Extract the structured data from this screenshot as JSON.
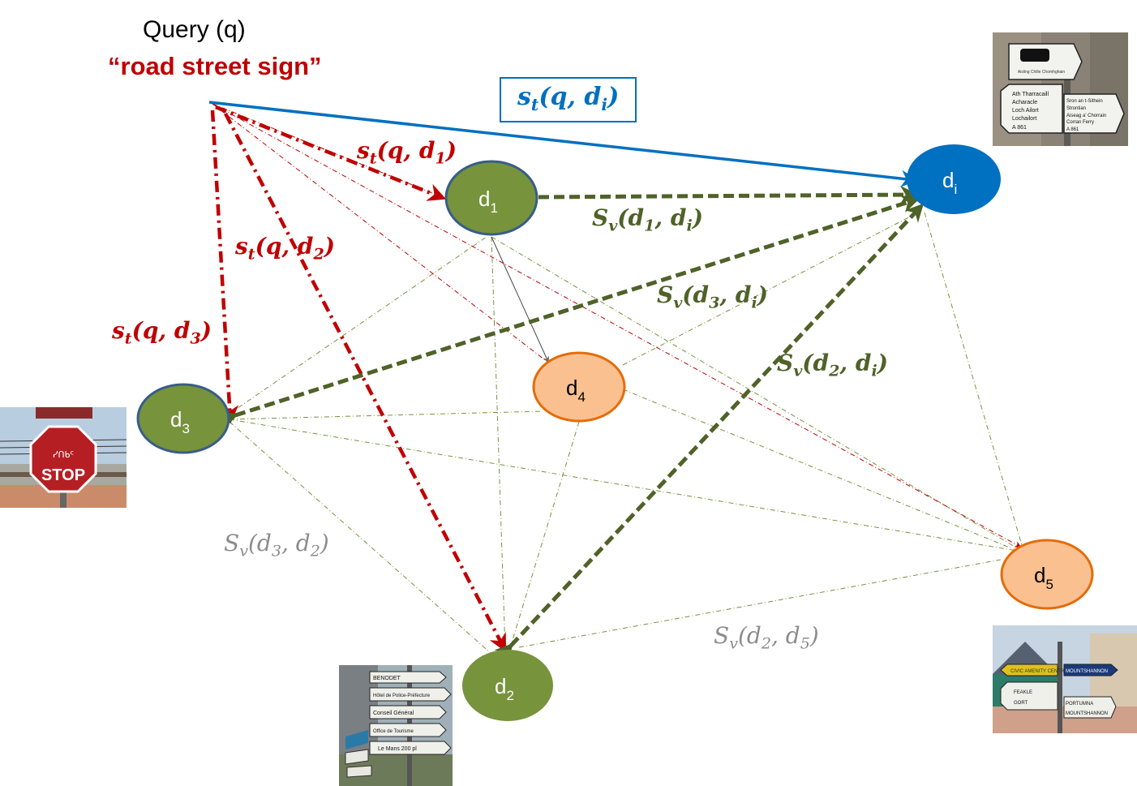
{
  "query": {
    "title": "Query (q)",
    "text": "“road street sign”"
  },
  "nodes": {
    "di": {
      "base": "d",
      "sub": "i"
    },
    "d1": {
      "base": "d",
      "sub": "1"
    },
    "d2": {
      "base": "d",
      "sub": "2"
    },
    "d3": {
      "base": "d",
      "sub": "3"
    },
    "d4": {
      "base": "d",
      "sub": "4"
    },
    "d5": {
      "base": "d",
      "sub": "5"
    }
  },
  "labels": {
    "st_q_di": {
      "f": "s",
      "s": "t",
      "a": "q",
      "b": "d",
      "bs": "i"
    },
    "st_q_d1": {
      "f": "s",
      "s": "t",
      "a": "q",
      "b": "d",
      "bs": "1"
    },
    "st_q_d2": {
      "f": "s",
      "s": "t",
      "a": "q",
      "b": "d",
      "bs": "2"
    },
    "st_q_d3": {
      "f": "s",
      "s": "t",
      "a": "q",
      "b": "d",
      "bs": "3"
    },
    "sv_d1_di": {
      "f": "S",
      "s": "v",
      "a": "d",
      "as": "1",
      "b": "d",
      "bs": "i"
    },
    "sv_d3_di": {
      "f": "S",
      "s": "v",
      "a": "d",
      "as": "3",
      "b": "d",
      "bs": "i"
    },
    "sv_d2_di": {
      "f": "S",
      "s": "v",
      "a": "d",
      "as": "2",
      "b": "d",
      "bs": "i"
    },
    "sv_d3_d2": {
      "f": "S",
      "s": "v",
      "a": "d",
      "as": "3",
      "b": "d",
      "bs": "2"
    },
    "sv_d2_d5": {
      "f": "S",
      "s": "v",
      "a": "d",
      "as": "2",
      "b": "d",
      "bs": "5"
    }
  },
  "images": {
    "stop_sign": {
      "text": "STOP",
      "syllabics": "ᓯᑎᑲᑦ"
    },
    "sign_di": {
      "lines": [
        "Aisling Chille Chomhghain",
        "Ath Tharracaill",
        "Acharacle",
        "Loch Ailort",
        "Lochailort",
        "A 861",
        "Sron an t-Sithein",
        "Strontian",
        "Aiseag a' Chorrain",
        "Corran Ferry",
        "A 861"
      ]
    },
    "sign_d2": {
      "lines": [
        "BENODET",
        "Hôtel de Police-Préfecture",
        "Conseil Général",
        "Office de Tourisme",
        "Le Mans 200 pl"
      ]
    },
    "sign_d5": {
      "lines": [
        "CIVIC AMENITY CENTRE",
        "MOUNTSHANNON",
        "FEAKLE",
        "GORT",
        "PORTUMNA",
        "MOUNTSHANNON"
      ]
    }
  },
  "colors": {
    "red": "#c00000",
    "green": "#4f6228",
    "green_node": "#77933c",
    "blue": "#0070c0",
    "orange_fill": "#fac090",
    "orange_stroke": "#e46c0a",
    "thin_gray": "#7f7f7f"
  }
}
